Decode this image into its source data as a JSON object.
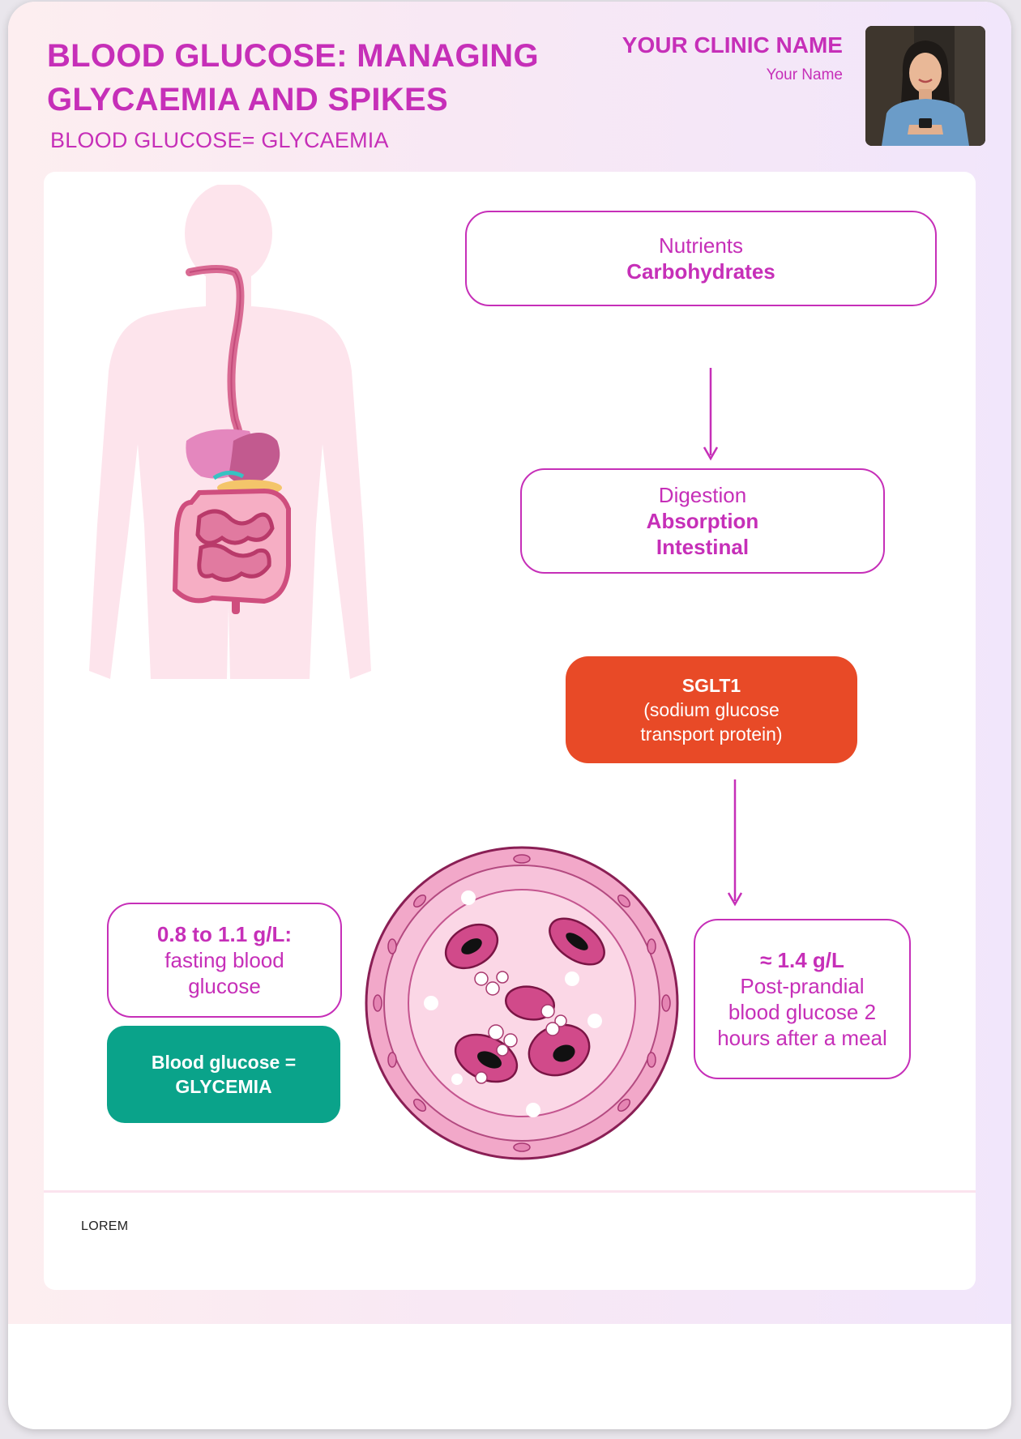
{
  "header": {
    "title": "BLOOD GLUCOSE: MANAGING GLYCAEMIA AND SPIKES",
    "subtitle": "BLOOD GLUCOSE= GLYCAEMIA",
    "clinic_name": "YOUR CLINIC NAME",
    "your_name": "Your Name"
  },
  "flow": {
    "nutrients": {
      "line1": "Nutrients",
      "line2": "Carbohydrates"
    },
    "digestion": {
      "line1": "Digestion",
      "line2": "Absorption",
      "line3": "Intestinal"
    },
    "sglt1": {
      "line1": "SGLT1",
      "line2": "(sodium glucose",
      "line3": "transport protein)"
    },
    "fasting": {
      "line1": "0.8 to 1.1 g/L:",
      "line2": "fasting blood",
      "line3": "glucose"
    },
    "glycemia": {
      "line1": "Blood glucose =",
      "line2": "GLYCEMIA"
    },
    "postprandial": {
      "line1": "≈ 1.4 g/L",
      "line2": "Post-prandial",
      "line3": "blood glucose 2",
      "line4": "hours after a meal"
    }
  },
  "footer": {
    "text": "LOREM"
  },
  "colors": {
    "accent": "#c62fb8",
    "sglt": "#e84a27",
    "teal": "#0aa38a",
    "body": "#fde4ec"
  },
  "icons": [
    "portrait-photo",
    "human-digestive-illustration",
    "blood-vessel-illustration",
    "arrow-down-icon"
  ]
}
